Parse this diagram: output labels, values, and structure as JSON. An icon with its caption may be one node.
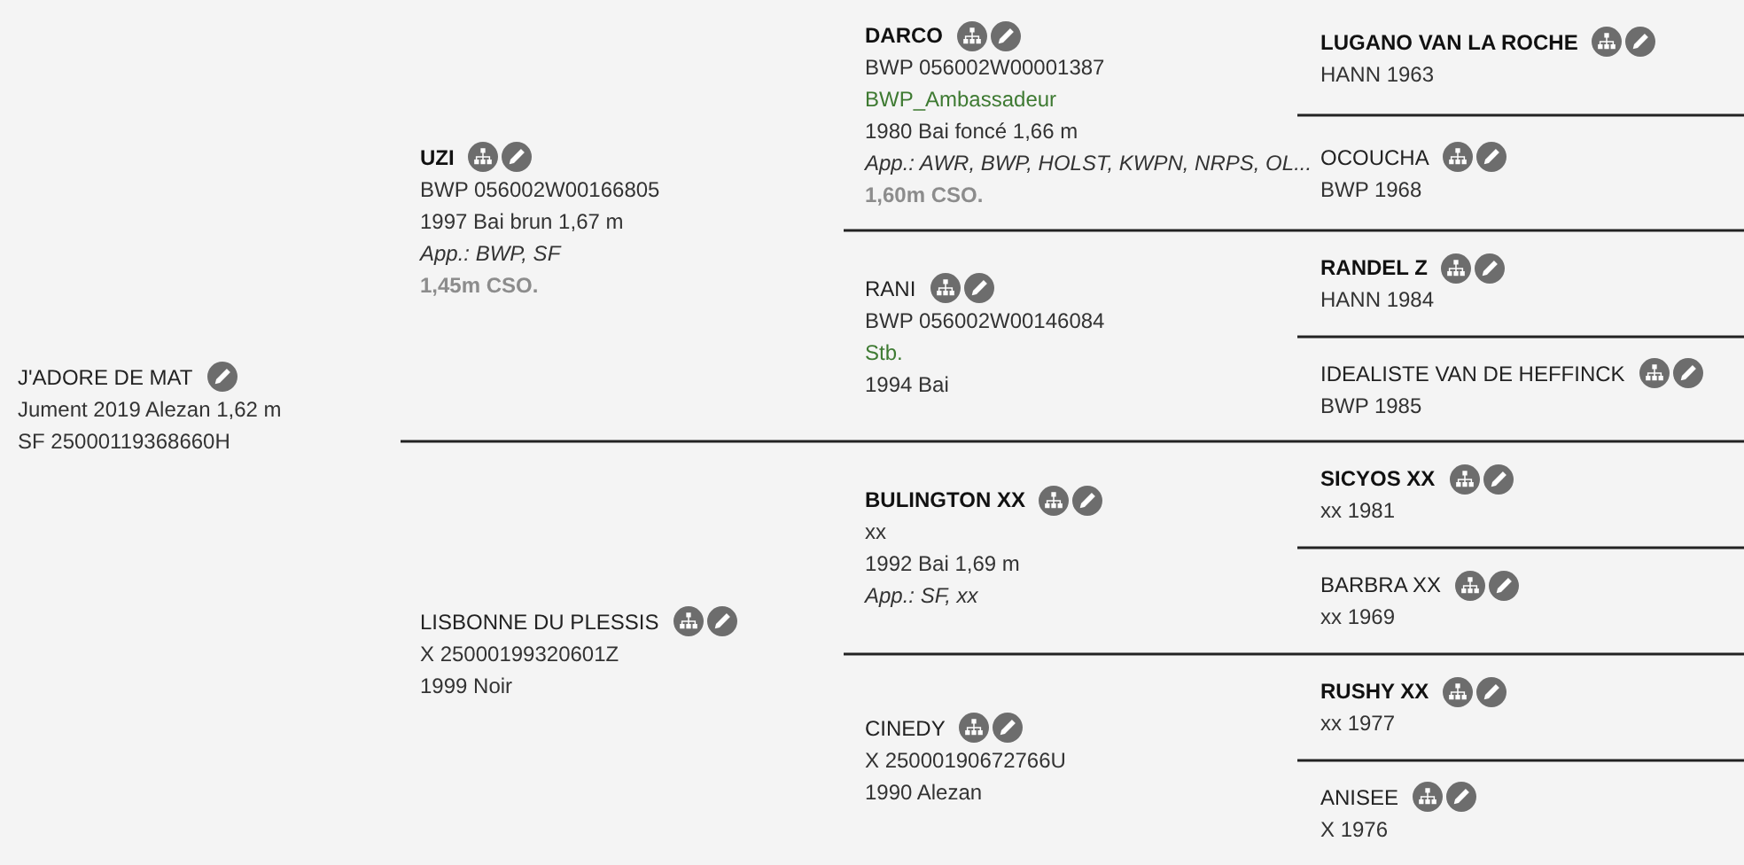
{
  "diagram": {
    "nodes": [
      {
        "text": [
          "J'ADORE DE MAT",
          "Jument 2019 Alezan 1,62 m",
          "SF 25000119368660H"
        ]
      },
      {
        "text": [
          "UZI",
          "BWP 056002W00166805",
          "1997 Bai brun 1,67 m",
          "App.: BWP, SF",
          "1,45m CSO."
        ]
      },
      {
        "text": [
          "LISBONNE DU PLESSIS",
          "X 25000199320601Z",
          "1999 Noir"
        ]
      },
      {
        "text": [
          "DARCO",
          "BWP 056002W00001387",
          "BWP_Ambassadeur",
          "1980 Bai foncé 1,66 m",
          "App.: AWR, BWP, HOLST, KWPN, NRPS, OL...",
          "1,60m CSO."
        ]
      },
      {
        "text": [
          "RANI",
          "BWP 056002W00146084",
          "Stb.",
          "1994 Bai"
        ]
      },
      {
        "text": [
          "BULINGTON XX",
          "xx",
          "1992 Bai 1,69 m",
          "App.: SF, xx"
        ]
      },
      {
        "text": [
          "CINEDY",
          "X 25000190672766U",
          "1990 Alezan"
        ]
      },
      {
        "text": [
          "LUGANO VAN LA ROCHE",
          "HANN 1963"
        ]
      },
      {
        "text": [
          "OCOUCHA",
          "BWP 1968"
        ]
      },
      {
        "text": [
          "RANDEL Z",
          "HANN 1984"
        ]
      },
      {
        "text": [
          "IDEALISTE VAN DE HEFFINCK",
          "BWP 1985"
        ]
      },
      {
        "text": [
          "SICYOS XX",
          "xx 1981"
        ]
      },
      {
        "text": [
          "BARBRA XX",
          "xx 1969"
        ]
      },
      {
        "text": [
          "RUSHY XX",
          "xx 1977"
        ]
      },
      {
        "text": [
          "ANISEE",
          "X 1976"
        ]
      }
    ]
  }
}
